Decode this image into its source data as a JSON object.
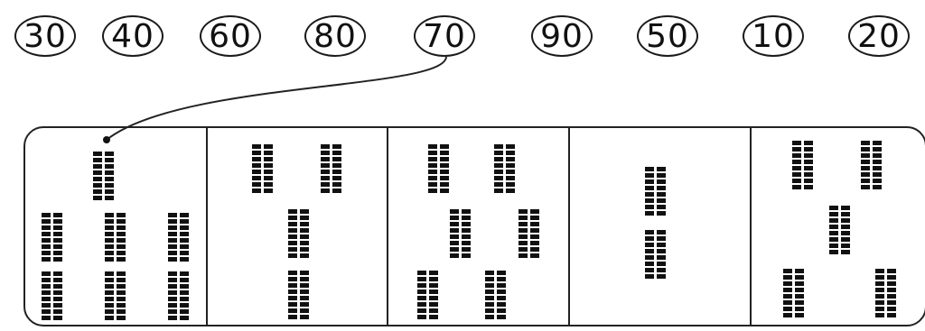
{
  "numbers": [
    "30",
    "40",
    "60",
    "80",
    "70",
    "90",
    "50",
    "10",
    "20"
  ],
  "panels": [
    {
      "tens": 7
    },
    {
      "tens": 4
    },
    {
      "tens": 6
    },
    {
      "tens": 2
    },
    {
      "tens": 5
    }
  ]
}
